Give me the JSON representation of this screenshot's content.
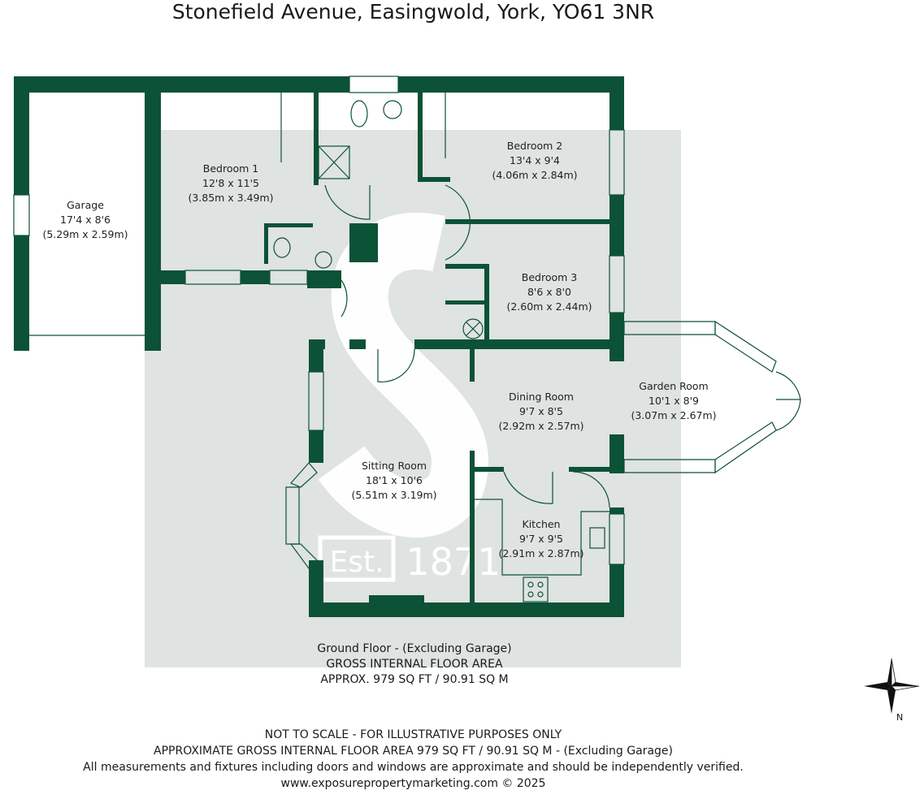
{
  "title": "Stonefield Avenue, Easingwold, York, YO61 3NR",
  "colors": {
    "wall": "#0c5236",
    "shade": "#dfe3e1",
    "text": "#222222"
  },
  "rooms": [
    {
      "name": "Garage",
      "dims": "17'4 x 8'6",
      "metric": "(5.29m x 2.59m)"
    },
    {
      "name": "Bedroom 1",
      "dims": "12'8 x 11'5",
      "metric": "(3.85m x 3.49m)"
    },
    {
      "name": "Bedroom 2",
      "dims": "13'4 x 9'4",
      "metric": "(4.06m x 2.84m)"
    },
    {
      "name": "Bedroom 3",
      "dims": "8'6 x 8'0",
      "metric": "(2.60m x 2.44m)"
    },
    {
      "name": "Dining Room",
      "dims": "9'7 x 8'5",
      "metric": "(2.92m x 2.57m)"
    },
    {
      "name": "Garden Room",
      "dims": "10'1 x 8'9",
      "metric": "(3.07m x 2.67m)"
    },
    {
      "name": "Sitting Room",
      "dims": "18'1 x 10'6",
      "metric": "(5.51m x 3.19m)"
    },
    {
      "name": "Kitchen",
      "dims": "9'7 x 9'5",
      "metric": "(2.91m x 2.87m)"
    }
  ],
  "watermark": {
    "est": "Est.",
    "year": "1871"
  },
  "floor_area": [
    "Ground Floor - (Excluding Garage)",
    "GROSS INTERNAL FLOOR AREA",
    "APPROX. 979 SQ FT / 90.91 SQ M"
  ],
  "compass": {
    "label": "N"
  },
  "footer": [
    "NOT TO SCALE - FOR ILLUSTRATIVE PURPOSES ONLY",
    "APPROXIMATE GROSS INTERNAL FLOOR AREA 979 SQ FT / 90.91 SQ M - (Excluding Garage)",
    "All measurements and fixtures including doors and windows are approximate and should be independently verified.",
    "www.exposurepropertymarketing.com © 2025"
  ]
}
